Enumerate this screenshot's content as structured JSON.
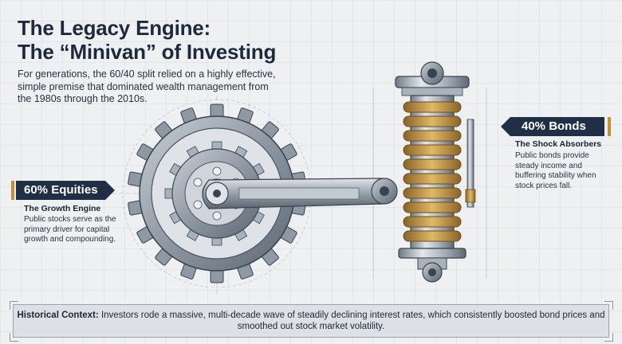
{
  "title": {
    "line1": "The Legacy Engine:",
    "line2": "The “Minivan” of Investing"
  },
  "intro": "For generations, the 60/40 split relied on a highly effective, simple premise that dominated wealth management from the 1980s through the 2010s.",
  "equities": {
    "label": "60% Equities",
    "heading": "The Growth Engine",
    "text": "Public stocks serve as the primary driver for capital growth and compounding."
  },
  "bonds": {
    "label": "40% Bonds",
    "heading": "The Shock Absorbers",
    "text": "Public bonds provide steady income and buffering stability when stock prices fall."
  },
  "context": {
    "lead": "Historical Context:",
    "body": "Investors rode a massive, multi-decade wave of steadily declining interest rates, which consistently boosted bond prices and smoothed out stock market volatility."
  },
  "colors": {
    "navy": "#1f2f45",
    "gold": "#c3913c",
    "steel": "#7f8a96"
  }
}
